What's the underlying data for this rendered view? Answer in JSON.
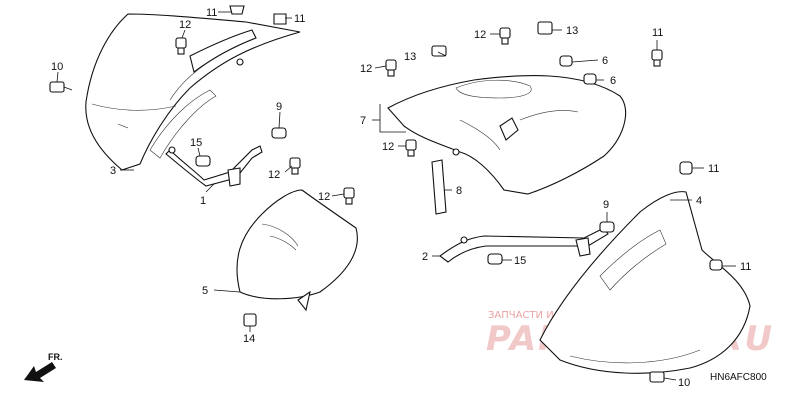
{
  "callouts": {
    "c1": "1",
    "c2": "2",
    "c3": "3",
    "c4": "4",
    "c5": "5",
    "c6a": "6",
    "c6b": "6",
    "c7": "7",
    "c8": "8",
    "c9a": "9",
    "c9b": "9",
    "c10a": "10",
    "c10b": "10",
    "c11a": "11",
    "c11b": "11",
    "c11c": "11",
    "c11d": "11",
    "c12a": "12",
    "c12b": "12",
    "c12c": "12",
    "c12d": "12",
    "c12e": "12",
    "c12f": "12",
    "c13a": "13",
    "c13b": "13",
    "c14": "14",
    "c15a": "15",
    "c15b": "15"
  },
  "direction_label": "FR.",
  "diagram_code": "HN6AFC800",
  "watermark": {
    "caption": "ЗАПЧАСТИ И АКСЕССУАРЫ ДЛЯ МОТОТЕХНИКИ",
    "brand": "PARTSFOR.RU"
  }
}
